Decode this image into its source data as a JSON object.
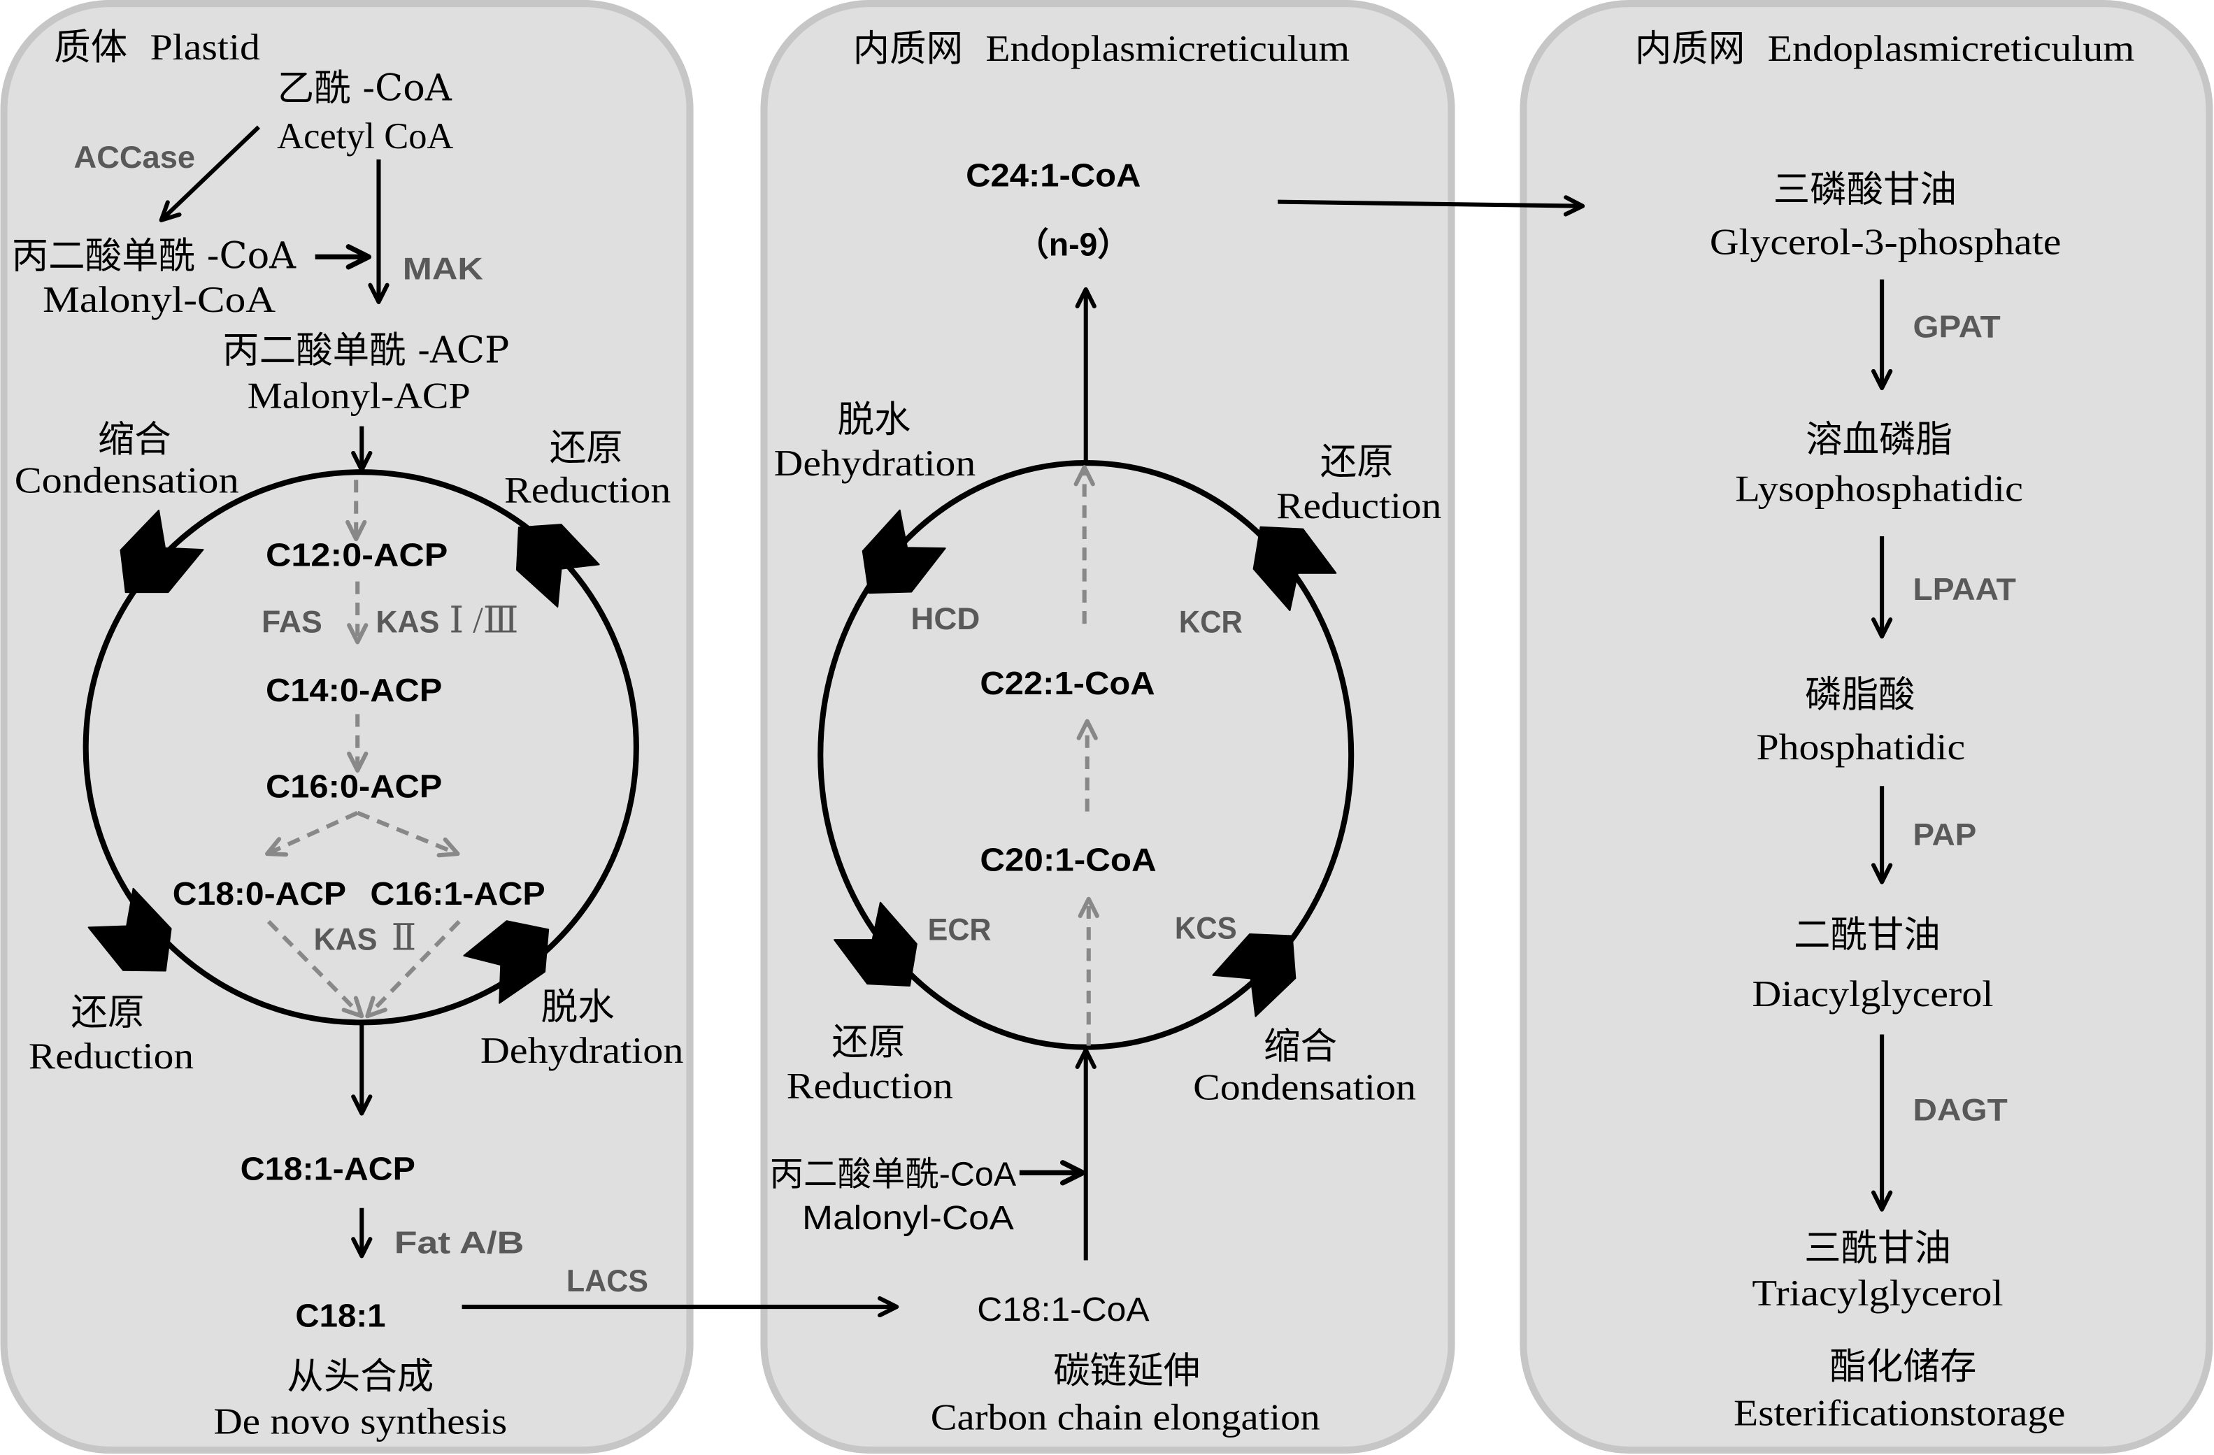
{
  "colors": {
    "background": "#ffffff",
    "panel_fill": "#dfdfdf",
    "panel_border": "#c6c6c6",
    "text_primary": "#000000",
    "enzyme_label": "#595959",
    "dashed_arrow": "#888888"
  },
  "plastid": {
    "title_cn": "质体",
    "title_en": "Plastid",
    "acetyl_coa": {
      "cn": "乙酰 -CoA",
      "en": "Acetyl CoA"
    },
    "accase": "ACCase",
    "malonyl_coa": {
      "cn": "丙二酸单酰 -CoA",
      "en": "Malonyl-CoA"
    },
    "mak": "MAK",
    "malonyl_acp": {
      "cn": "丙二酸单酰 -ACP",
      "en": "Malonyl-ACP"
    },
    "steps": {
      "condensation": {
        "cn": "缩合",
        "en": "Condensation"
      },
      "reduction_top": {
        "cn": "还原",
        "en": "Reduction"
      },
      "reduction_bottom": {
        "cn": "还原",
        "en": "Reduction"
      },
      "dehydration": {
        "cn": "脱水",
        "en": "Dehydration"
      }
    },
    "intermediates": {
      "c12_0": "C12:0-ACP",
      "c14_0": "C14:0-ACP",
      "c16_0": "C16:0-ACP",
      "c18_0": "C18:0-ACP",
      "c16_1": "C16:1-ACP"
    },
    "enzymes": {
      "fas": "FAS",
      "kas_1_3": {
        "prefix": "KAS",
        "numeral": "Ⅰ /Ⅲ"
      },
      "kas_2": {
        "prefix": "KAS",
        "numeral": "Ⅱ"
      },
      "fat": "Fat A/B",
      "lacs": "LACS"
    },
    "c18_1_acp": "C18:1-ACP",
    "c18_1": "C18:1",
    "caption": {
      "cn": "从头合成",
      "en": "De novo synthesis"
    }
  },
  "elongation": {
    "title_cn": "内质网",
    "title_en": "Endoplasmicreticulum",
    "product": {
      "name": "C24:1-CoA",
      "note": "（n-9）"
    },
    "steps": {
      "dehydration": {
        "cn": "脱水",
        "en": "Dehydration"
      },
      "reduction_top": {
        "cn": "还原",
        "en": "Reduction"
      },
      "reduction_bottom": {
        "cn": "还原",
        "en": "Reduction"
      },
      "condensation": {
        "cn": "缩合",
        "en": "Condensation"
      }
    },
    "enzymes": {
      "hcd": "HCD",
      "kcr": "KCR",
      "ecr": "ECR",
      "kcs": "KCS"
    },
    "intermediates": {
      "c22_1": "C22:1-CoA",
      "c20_1": "C20:1-CoA"
    },
    "malonyl_coa": {
      "cn": "丙二酸单酰-CoA",
      "en": "Malonyl-CoA"
    },
    "substrate": "C18:1-CoA",
    "caption": {
      "cn": "碳链延伸",
      "en": "Carbon chain elongation"
    }
  },
  "esterification": {
    "title_cn": "内质网",
    "title_en": "Endoplasmicreticulum",
    "pathway": [
      {
        "cn": "三磷酸甘油",
        "en": "Glycerol-3-phosphate",
        "enzyme": "GPAT"
      },
      {
        "cn": "溶血磷脂",
        "en": "Lysophosphatidic",
        "enzyme": "LPAAT"
      },
      {
        "cn": "磷脂酸",
        "en": "Phosphatidic",
        "enzyme": "PAP"
      },
      {
        "cn": "二酰甘油",
        "en": "Diacylglycerol",
        "enzyme": "DAGT"
      },
      {
        "cn": "三酰甘油",
        "en": "Triacylglycerol"
      }
    ],
    "caption": {
      "cn": "酯化储存",
      "en": "Esterificationstorage"
    }
  }
}
